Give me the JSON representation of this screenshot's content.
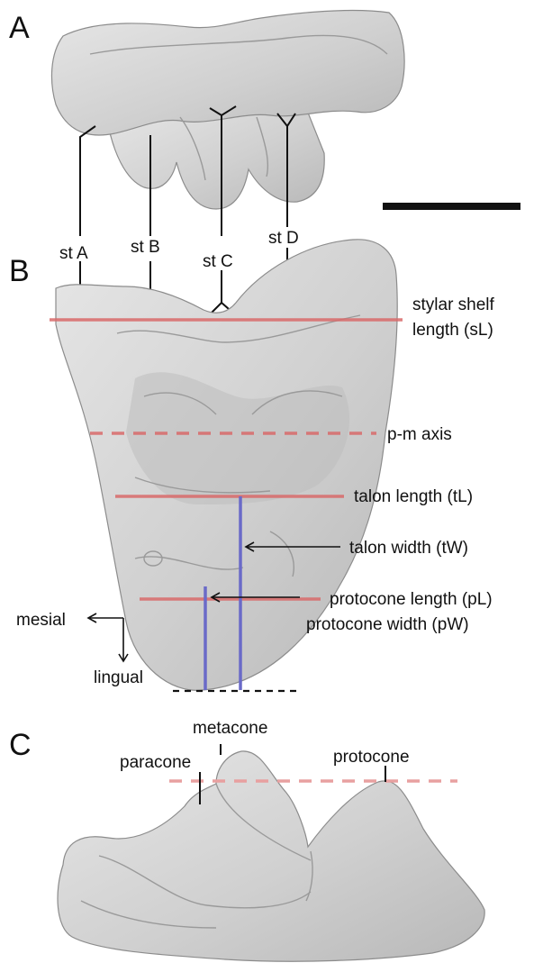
{
  "panels": {
    "a": "A",
    "b": "B",
    "c": "C"
  },
  "stylar_cusps": [
    "st A",
    "st B",
    "st C",
    "st D"
  ],
  "measurements": {
    "stylar_shelf_line1": "stylar shelf",
    "stylar_shelf_line2": "length (sL)",
    "pm_axis": "p-m axis",
    "talon_length": "talon length (tL)",
    "talon_width": "talon width (tW)",
    "protocone_length": "protocone length (pL)",
    "protocone_width": "protocone width (pW)"
  },
  "orientation": {
    "mesial": "mesial",
    "lingual": "lingual"
  },
  "cusps": {
    "paracone": "paracone",
    "metacone": "metacone",
    "protocone": "protocone"
  },
  "colors": {
    "measure_line": "#d96a6a",
    "width_line": "#6a6ac8",
    "tooth": "#d2d2d2"
  }
}
